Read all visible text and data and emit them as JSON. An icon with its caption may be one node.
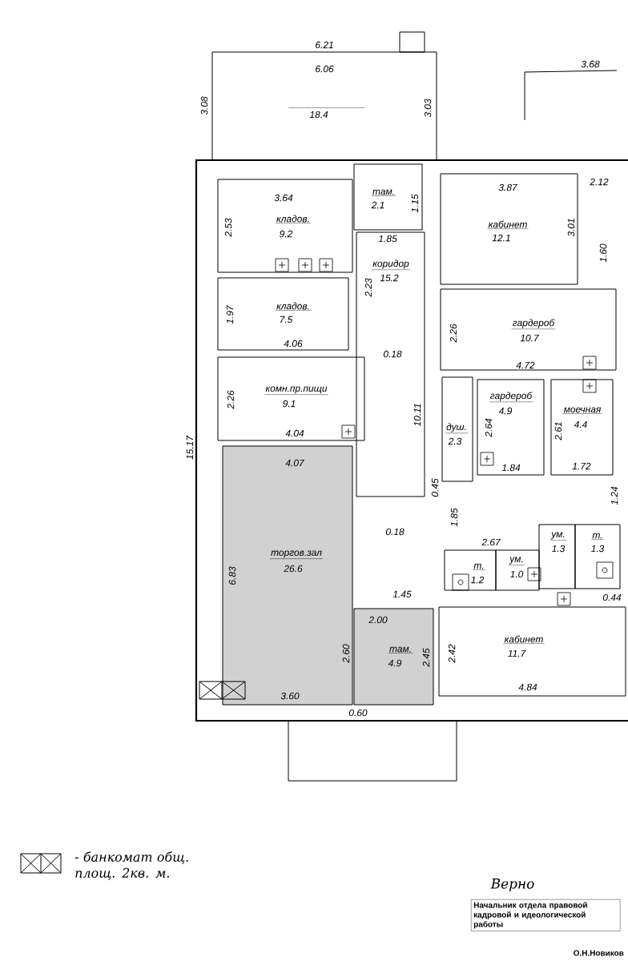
{
  "diagram": {
    "nodes": [
      {
        "text": [
          "18.4"
        ]
      },
      {
        "text": [
          "там.",
          "2.1"
        ]
      },
      {
        "text": [
          "кладов.",
          "9.2"
        ]
      },
      {
        "text": [
          "коридор",
          "15.2"
        ]
      },
      {
        "text": [
          "кабинет",
          "12.1"
        ]
      },
      {
        "text": [
          "кладов.",
          "7.5"
        ]
      },
      {
        "text": [
          "гардероб",
          "10.7"
        ]
      },
      {
        "text": [
          "комн.пр.пищи",
          "9.1"
        ]
      },
      {
        "text": [
          "душ.",
          "2.3"
        ]
      },
      {
        "text": [
          "гардероб",
          "4.9"
        ]
      },
      {
        "text": [
          "моечная",
          "4.4"
        ]
      },
      {
        "text": [
          "торгов.зал",
          "26.6"
        ]
      },
      {
        "text": [
          "т.",
          "1.2"
        ]
      },
      {
        "text": [
          "ум.",
          "1.0"
        ]
      },
      {
        "text": [
          "ум.",
          "1.3"
        ]
      },
      {
        "text": [
          "т.",
          "1.3"
        ]
      },
      {
        "text": [
          "там.",
          "4.9"
        ]
      },
      {
        "text": [
          "кабинет",
          "11.7"
        ]
      }
    ],
    "labels": [
      "6.21",
      "6.06",
      "3.08",
      "3.03",
      "3.68",
      "3.64",
      "1.15",
      "3.87",
      "2.12",
      "2.53",
      "3.01",
      "1.85",
      "1.60",
      "2.23",
      "1.97",
      "2.26",
      "4.06",
      "0.18",
      "4.72",
      "2.26",
      "10.11",
      "2.64",
      "2.61",
      "4.04",
      "15.17",
      "4.07",
      "1.84",
      "1.72",
      "0.45",
      "1.24",
      "1.85",
      "0.18",
      "2.67",
      "6.83",
      "1.45",
      "0.44",
      "2.00",
      "2.60",
      "2.45",
      "2.42",
      "3.60",
      "0.60",
      "4.84",
      "Верно",
      "Начальник отдела правовой кадровой и идеологической работы",
      "О.Н.Новиков"
    ],
    "legend": [
      {
        "text": "- банкомат общ. площ. 2кв. м."
      }
    ]
  }
}
